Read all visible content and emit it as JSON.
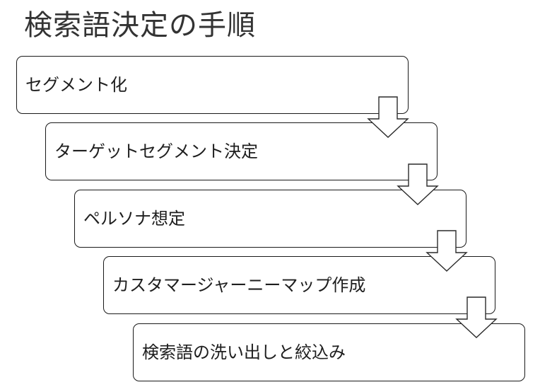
{
  "title": "検索語決定の手順",
  "steps": [
    {
      "label": "セグメント化"
    },
    {
      "label": "ターゲットセグメント決定"
    },
    {
      "label": "ペルソナ想定"
    },
    {
      "label": "カスタマージャーニーマップ作成"
    },
    {
      "label": "検索語の洗い出しと絞込み"
    }
  ],
  "colors": {
    "border": "#1a1a1a",
    "fill": "#ffffff",
    "text": "#1e1e1e"
  }
}
